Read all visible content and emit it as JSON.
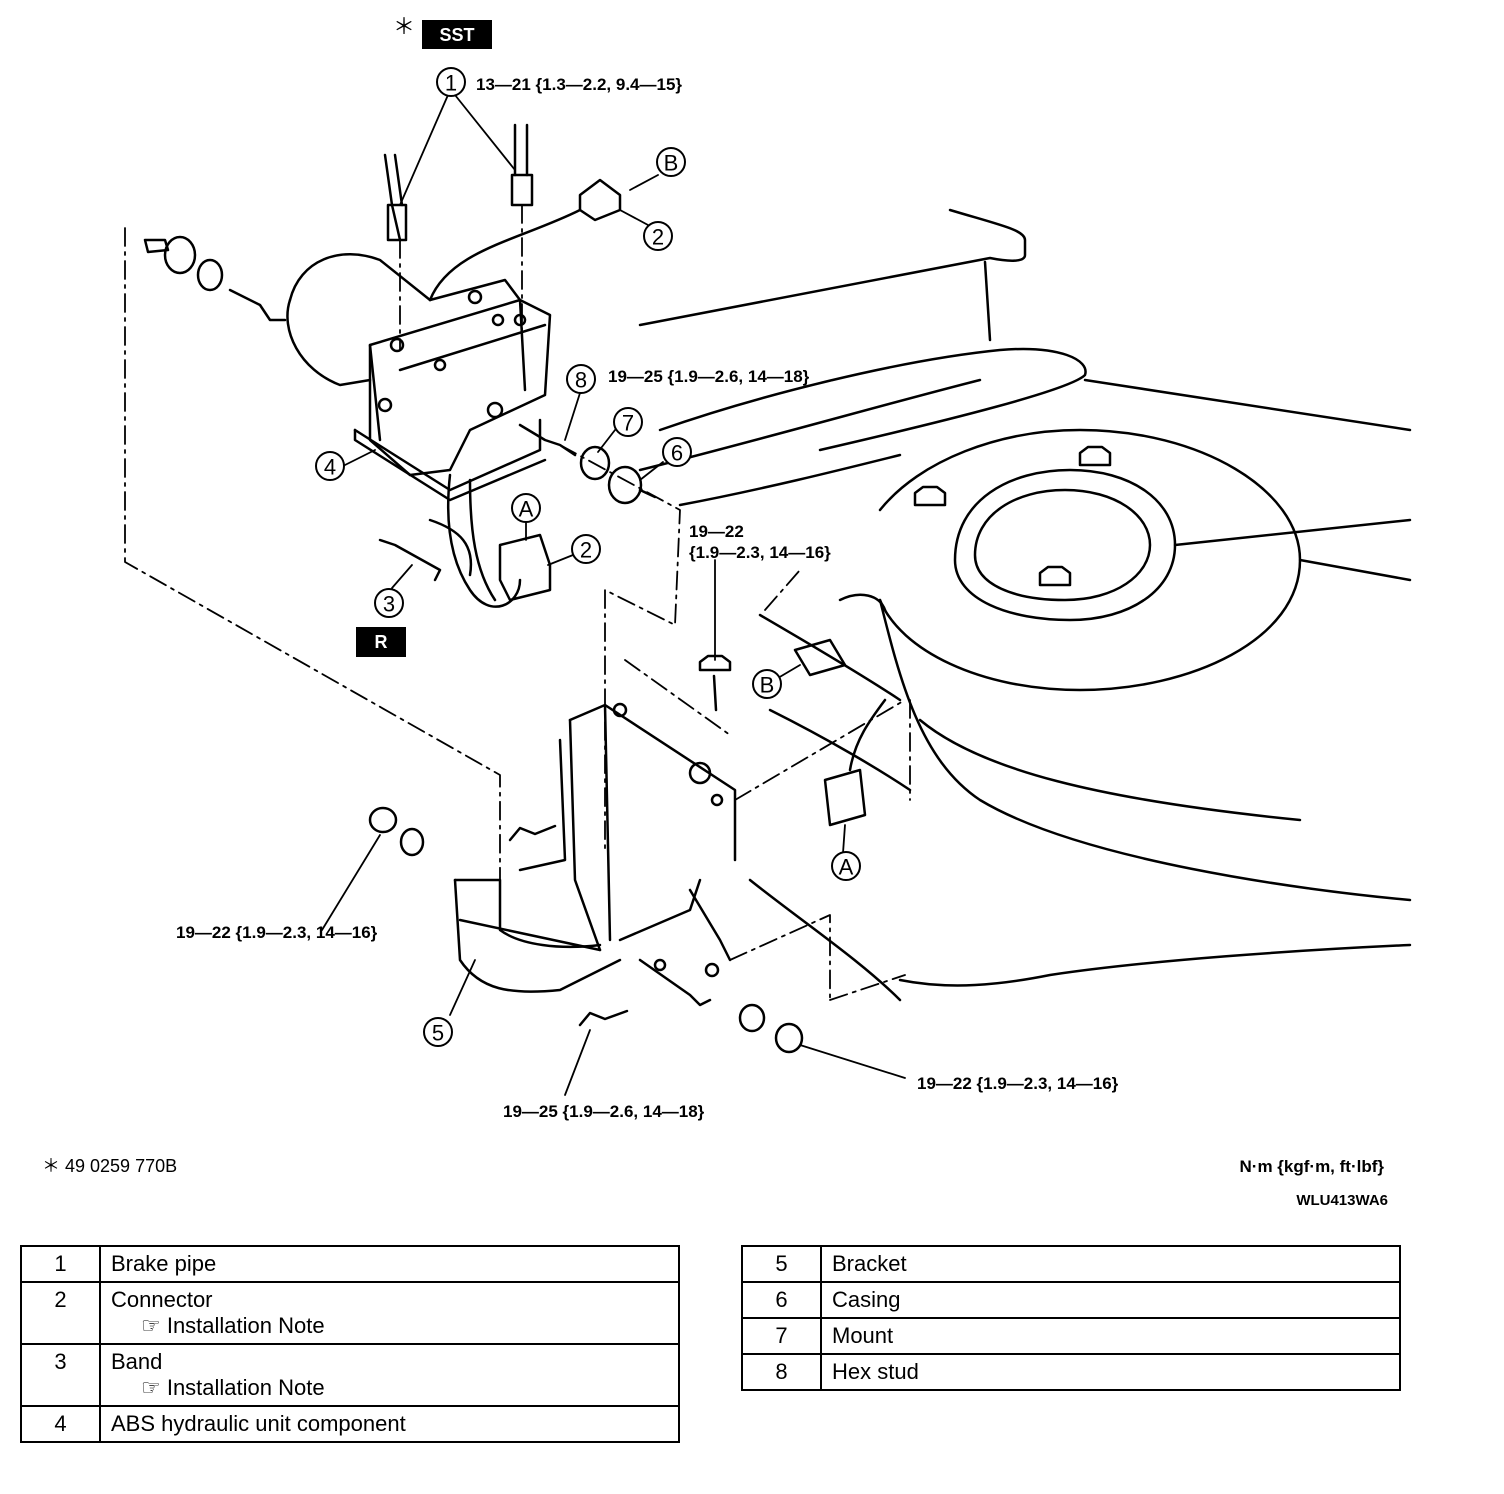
{
  "header": {
    "asterisk": "＊",
    "sst_badge": "SST",
    "r_badge": "R"
  },
  "callouts": {
    "c1": "1",
    "c2a": "2",
    "c2b": "2",
    "c3": "3",
    "c4": "4",
    "c5": "5",
    "c6": "6",
    "c7": "7",
    "c8": "8",
    "ca1": "A",
    "ca2": "A",
    "cb1": "B",
    "cb2": "B"
  },
  "torque": {
    "brake_pipe": "13—21 {1.3—2.2, 9.4—15}",
    "hex_stud": "19—25 {1.9—2.6, 14—18}",
    "bracket_bolt_line1": "19—22",
    "bracket_bolt_line2": "{1.9—2.3, 14—16}",
    "left_nut": "19—22 {1.9—2.3, 14—16}",
    "bottom_nut": "19—22 {1.9—2.3, 14—16}",
    "bottom_bolt": "19—25 {1.9—2.6, 14—18}"
  },
  "footnotes": {
    "sst_number": "＊  49 0259 770B",
    "units": "N·m {kgf·m, ft·lbf}",
    "figure_code": "WLU413WA6"
  },
  "parts_left": [
    {
      "num": "1",
      "name": "Brake pipe",
      "note": ""
    },
    {
      "num": "2",
      "name": "Connector",
      "note": "☞ Installation Note"
    },
    {
      "num": "3",
      "name": "Band",
      "note": "☞ Installation Note"
    },
    {
      "num": "4",
      "name": "ABS hydraulic unit component",
      "note": ""
    }
  ],
  "parts_right": [
    {
      "num": "5",
      "name": "Bracket"
    },
    {
      "num": "6",
      "name": "Casing"
    },
    {
      "num": "7",
      "name": "Mount"
    },
    {
      "num": "8",
      "name": "Hex stud"
    }
  ]
}
